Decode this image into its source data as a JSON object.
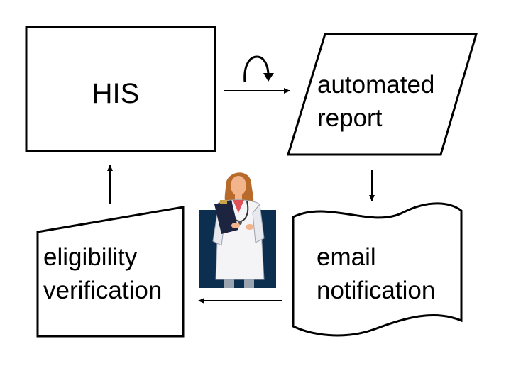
{
  "diagram": {
    "his": {
      "label": "HIS"
    },
    "automated_report": {
      "line1": "automated",
      "line2": "report"
    },
    "email_notification": {
      "line1": "email",
      "line2": "notification"
    },
    "eligibility_verification": {
      "line1": "eligibility",
      "line2": "verification"
    }
  },
  "colors": {
    "stroke": "#000000",
    "background": "#ffffff",
    "clipart_backdrop": "#0d2f4f",
    "coat": "#f4f4f6",
    "hair": "#b86a2a",
    "skin": "#f2b48a",
    "clipboard": "#1c2440"
  },
  "icons": {
    "loop": "curved-loop-arrow-icon",
    "doctor": "doctor-clipart-icon"
  }
}
